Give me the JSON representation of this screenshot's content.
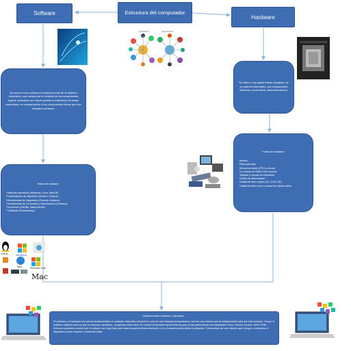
{
  "title": "Estructura del computador",
  "software": {
    "title": "Software",
    "description": "Se  conoce como software al sistema formal de un sistema informático, que comprende el conjunto de los componentes lógicos necesarios que hacen posible la realización de tareas específicas, en contraposición a los componentes físicos que son llamados hardware.",
    "parts_title": "Partes del software :",
    "parts": [
      "*Sistemas operativos (Windows, Linux, MacOS)",
      "*Controladores de dispositivo (Drivers, Codecs)",
      "*Herramientas de diagnóstico (Everest, Antivirus)",
      "*Herramientas de Corrección y Optimización (CCleaner)",
      "*Servidores (FileZilla, WampServer)",
      "*  Utilidades (Redobackup)"
    ],
    "os_logos": [
      "Linux",
      "Windows",
      "Mac",
      "Windows Vista",
      "Mac"
    ]
  },
  "hardware": {
    "title": "Hardware",
    "description": "Se refiere a las partes físicas, tangibles, de un sistema informático, sus componentes eléctricos, electrónicos, electromecánicos.",
    "parts_title": "Partes del hardware :",
    "parts": [
      "Monitor.",
      "Placa principal.",
      "Microprocesador (CPU) y zócalo.",
      "Un módulo de RAM y tres ranuras.",
      "Tarjetas y ranuras de expansión.",
      "Fuente de alimentación.",
      "Unidad de disco óptico (CD, DVD, BD).",
      "Unidad de disco duro o unidad de estado sólido."
    ]
  },
  "relation": {
    "title": "Relación entre software y hardware :",
    "body": "El software y el hardware  son piezas fundamentales en cualquier dispositivo electrónico, pero en  una maquina (computadora ) forman una relacion que es indispensable para que ésta funcione.  Ya que el software contiene todo los que es sistemas operativos , programas entre otros. En cambio el hardware aporta todo los que es las partes físicas del computador como: Monitor, teclado, RAM, ROM.\nEntonces podemos concluir que el software es el que hace que todas las partes físicas funcionen y en el usuario pueda utilizar la máquina.  Formandose así una relacion que lo llegue a completar el dispositivo puedo empezar a presentar fallas."
  },
  "diagram_labels": {
    "software_side": "Software",
    "hardware_side": "Hardware"
  },
  "colors": {
    "node_fill": "#3f6db3",
    "node_border": "#2c5291",
    "node_text": "#ffffff",
    "connector": "#8fb3d9",
    "page_bg": "#ffffff"
  }
}
